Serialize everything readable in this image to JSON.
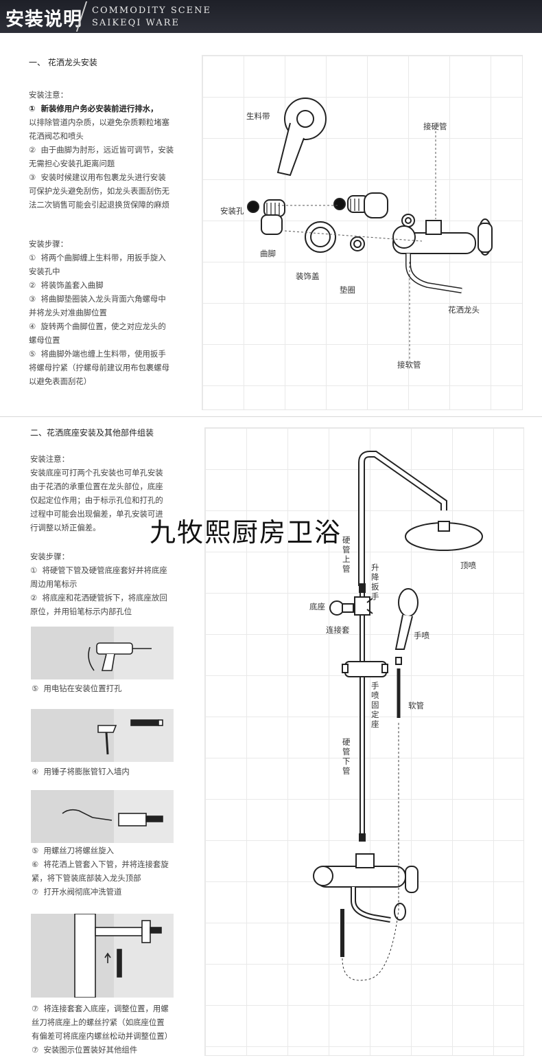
{
  "header": {
    "title": "安装说明",
    "subtitle_line1": "COMMODITY SCENE",
    "subtitle_line2": "SAIKEQI WARE"
  },
  "section1": {
    "heading": "一、 花洒龙头安装",
    "notes_title": "安装注意：",
    "notes": [
      "①  新装修用户务必安装前进行排水，",
      "以排除管道内杂质，以避免杂质颗粒堵塞",
      "花洒阀芯和喷头",
      "②  由于曲脚为肘形，远近皆可调节，安装",
      "无需担心安装孔距离问题",
      "③  安装时候建议用布包裹龙头进行安装",
      "可保护龙头避免刮伤，如龙头表面刮伤无",
      "法二次销售可能会引起退换货保障的麻烦"
    ],
    "steps_title": "安装步骤：",
    "steps": [
      "①  将两个曲脚缠上生料带，用扳手旋入",
      "安装孔中",
      "②  将装饰盖套入曲脚",
      "③  将曲脚垫圈装入龙头背面六角螺母中",
      "并将龙头对准曲脚位置",
      "④  旋转两个曲脚位置，使之对应龙头的",
      "螺母位置",
      "⑤  将曲脚外端也缠上生料带，使用扳手",
      "将螺母拧紧（拧螺母前建议用布包裹螺母",
      "以避免表面刮花）"
    ],
    "labels": {
      "tape": "生料带",
      "hard_pipe": "接硬管",
      "hole": "安装孔",
      "elbow": "曲脚",
      "cover": "装饰盖",
      "washer": "垫圈",
      "faucet": "花洒龙头",
      "hose": "接软管"
    }
  },
  "section2": {
    "heading": "二、花洒底座安装及其他部件组装",
    "notes_title": "安装注意：",
    "notes": [
      "安装底座可打两个孔安装也可单孔安装",
      "由于花洒的承重位置在龙头部位，底座",
      "仅起定位作用；由于标示孔位和打孔的",
      "过程中可能会出现偏差，单孔安装可进",
      "行调整以矫正偏差。"
    ],
    "steps_title": "安装步骤：",
    "steps": [
      "①  将硬管下管及硬管底座套好并将底座",
      "周边用笔标示",
      "②  将底座和花洒硬管拆下，将底座放回",
      "原位，并用铅笔标示内部孔位"
    ],
    "caption_drill": "⑤  用电钻在安装位置打孔",
    "caption_hammer": "④  用锤子将膨胀管钉入墙内",
    "caption_screw": [
      "⑤  用螺丝刀将螺丝旋入",
      "⑥  将花洒上管套入下管，并将连接套旋",
      "紧，将下管装底部装入龙头顶部",
      "⑦  打开水阀彻底冲洗管道"
    ],
    "caption_final": [
      "⑦  将连接套套入底座，调整位置，用螺",
      "丝刀将底座上的螺丝拧紧（如底座位置",
      "有偏差可将底座内螺丝松动并调整位置）",
      "⑦  安装图示位置装好其他组件"
    ],
    "labels": {
      "upper_pipe": "硬管上管",
      "lift": "升降扳手",
      "top_spray": "顶喷",
      "base": "底座",
      "connector": "连接套",
      "hand_spray": "手喷",
      "hand_holder": "手喷固定座",
      "soft_hose": "软管",
      "lower_pipe": "硬管下管"
    }
  },
  "watermark": "九牧熙厨房卫浴"
}
